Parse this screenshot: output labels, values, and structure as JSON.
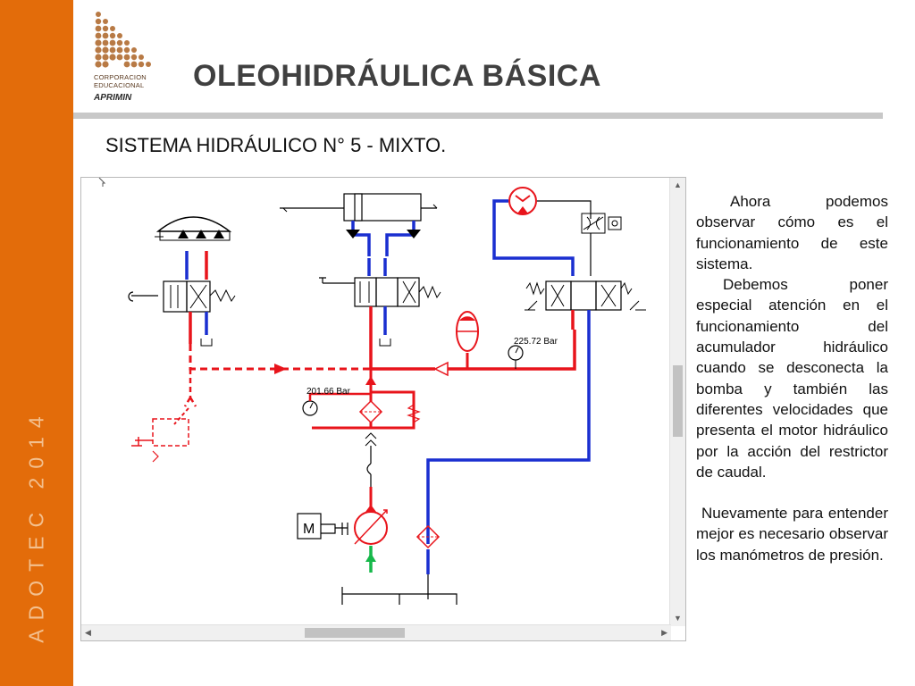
{
  "sidebar": {
    "vertical_text": "ADOTEC 2014"
  },
  "logo": {
    "line1": "CORPORACION",
    "line2": "EDUCACIONAL",
    "brand": "APRIMIN"
  },
  "header": {
    "title": "OLEOHIDRÁULICA BÁSICA"
  },
  "slide": {
    "subtitle": "SISTEMA  HIDRÁULICO N° 5  -  MIXTO."
  },
  "diagram": {
    "gauge_right_label": "225.72 Bar",
    "gauge_left_label": "201.66 Bar",
    "motor_label": "M"
  },
  "text": {
    "p1": "Ahora podemos observar cómo es el funcionamiento de este sistema.",
    "p2": "Debemos poner especial atención en el funcionamiento del acumulador hidráulico cuando se desconecta la bomba y también las diferentes velocidades que presenta el motor hidráulico por la acción del restrictor de caudal.",
    "p3": "Nuevamente para entender mejor es necesario observar los manómetros de presión."
  },
  "colors": {
    "pressure_line": "#e8141b",
    "return_line": "#1a2fd0",
    "suction_line": "#16b84a",
    "accent": "#e36c0a"
  }
}
